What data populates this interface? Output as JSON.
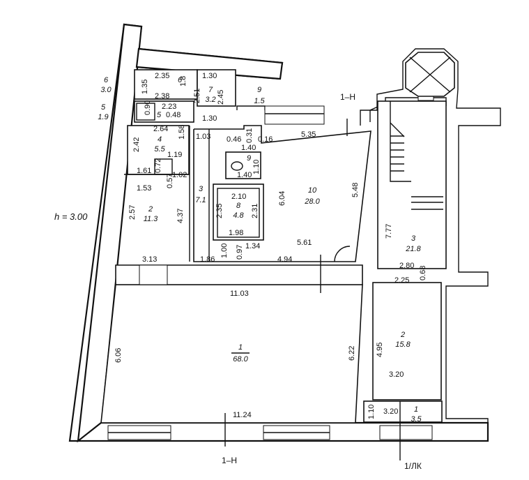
{
  "ceiling_height": "h = 3.00",
  "section_marks": {
    "top": "1–Н",
    "bottom": "1–Н",
    "entrance": "1/ЛК"
  },
  "rooms": {
    "r1_main": {
      "number": "1",
      "area": "68.0"
    },
    "r2_left": {
      "number": "2",
      "area": "11.3"
    },
    "r3_corr": {
      "number": "3",
      "area": "7.1"
    },
    "r4": {
      "number": "4",
      "area": "5.5"
    },
    "r5": {
      "number": "5",
      "area": "0.48"
    },
    "r6": {
      "number": "6",
      "area": "1.8"
    },
    "r7": {
      "number": "7",
      "area": "3.2"
    },
    "r8": {
      "number": "8",
      "area": "4.8"
    },
    "r9_bath": {
      "number": "9",
      "area": ""
    },
    "r9_out": {
      "number": "9",
      "area": "1.5"
    },
    "r10": {
      "number": "10",
      "area": "28.0"
    },
    "ext6": {
      "number": "6",
      "area": "3.0"
    },
    "ext5": {
      "number": "5",
      "area": "1.9"
    },
    "stair3": {
      "number": "3",
      "area": "21.8"
    },
    "right2": {
      "number": "2",
      "area": "15.8"
    },
    "right1": {
      "number": "1",
      "area": "3.5"
    }
  },
  "dimensions": {
    "d_2_35": "2.35",
    "d_1_30a": "1.30",
    "d_1_35": "1.35",
    "d_2_38": "2.38",
    "d_2_23": "2.23",
    "d_0_90": "0.90",
    "d_2_51": "2.51",
    "d_2_45": "2.45",
    "d_1_30b": "1.30",
    "d_2_64": "2.64",
    "d_2_42": "2.42",
    "d_1_58": "1.58",
    "d_1_19": "1.19",
    "d_1_03": "1.03",
    "d_0_46": "0.46",
    "d_0_31": "0.31",
    "d_0_16": "0.16",
    "d_1_40a": "1.40",
    "d_5_35": "5.35",
    "d_1_10": "1.10",
    "d_1_40b": "1.40",
    "d_1_61": "1.61",
    "d_0_72": "0.72",
    "d_1_02": "1.02",
    "d_0_57": "0.57",
    "d_1_53": "1.53",
    "d_2_10": "2.10",
    "d_6_04": "6.04",
    "d_5_48": "5.48",
    "d_2_57": "2.57",
    "d_4_37": "4.37",
    "d_2_35b": "2.35",
    "d_2_31": "2.31",
    "d_1_98": "1.98",
    "d_1_00": "1.00",
    "d_0_97": "0.97",
    "d_1_34": "1.34",
    "d_5_61": "5.61",
    "d_3_13": "3.13",
    "d_1_86": "1.86",
    "d_4_94": "4.94",
    "d_11_03": "11.03",
    "d_6_06": "6.06",
    "d_6_22": "6.22",
    "d_11_24": "11.24",
    "d_7_77": "7.77",
    "d_2_80": "2.80",
    "d_2_25": "2.25",
    "d_0_68": "0.68",
    "d_4_95": "4.95",
    "d_3_20a": "3.20",
    "d_1_10b": "1.10",
    "d_3_20b": "3.20"
  }
}
